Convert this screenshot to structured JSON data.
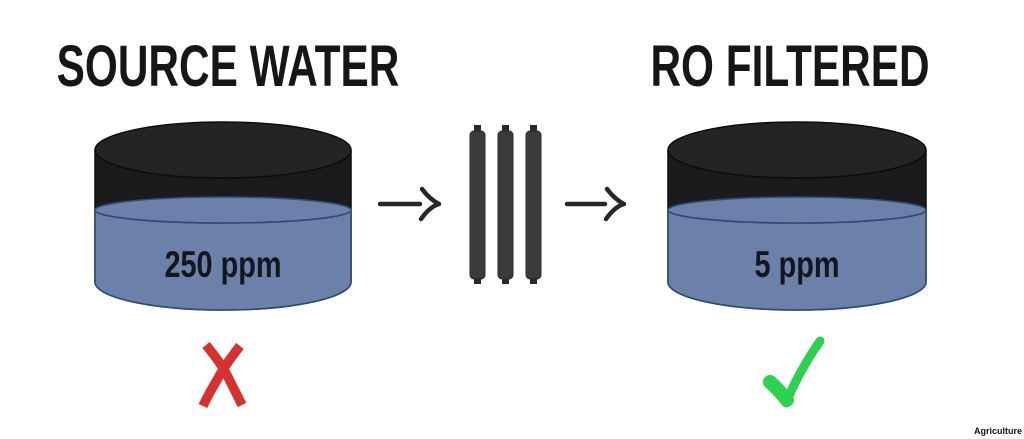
{
  "diagram": {
    "source": {
      "title": "SOURCE WATER",
      "tank_label": "250 ppm",
      "icon": "x-mark"
    },
    "filtered": {
      "title": "RO FILTERED",
      "tank_label": "5 ppm",
      "icon": "checkmark"
    },
    "flow": {
      "left_arrow_icon": "right-arrow",
      "right_arrow_icon": "right-arrow",
      "filter_icon": "ro-membrane-cartridges"
    },
    "watermark": "Agriculture",
    "colors": {
      "tank_black": "#242426",
      "tank_black_deep": "#1b1b1d",
      "water_blue": "#6c81aa",
      "water_edge": "#2f4a77",
      "filter_bar": "#3b3b3d",
      "filter_nub": "#29292b",
      "arrow_dark": "#272727",
      "x_red": "#d8302f",
      "check_green": "#2cd14e"
    }
  }
}
